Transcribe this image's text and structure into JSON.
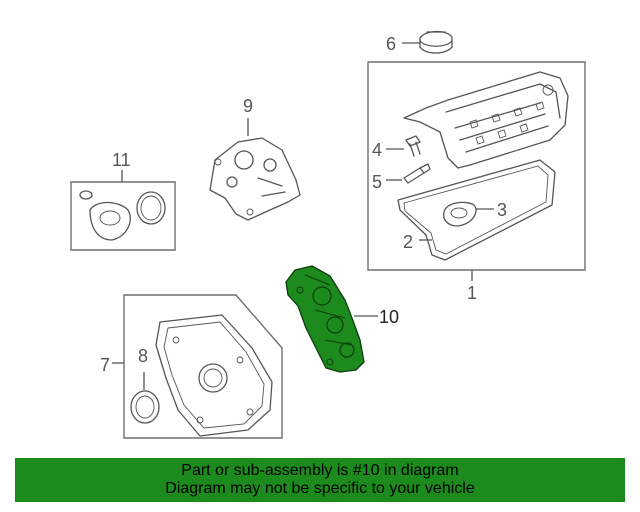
{
  "diagram": {
    "callouts": {
      "c1": "1",
      "c2": "2",
      "c3": "3",
      "c4": "4",
      "c5": "5",
      "c6": "6",
      "c7": "7",
      "c8": "8",
      "c9": "9",
      "c10": "10",
      "c11": "11"
    },
    "highlight_part": "10",
    "highlight_color": "#1c8a1c",
    "line_color": "#555555"
  },
  "banner": {
    "line1": "Part or sub-assembly is #10 in diagram",
    "line2": "Diagram may not be specific to your vehicle",
    "background": "#1c8a1c"
  }
}
